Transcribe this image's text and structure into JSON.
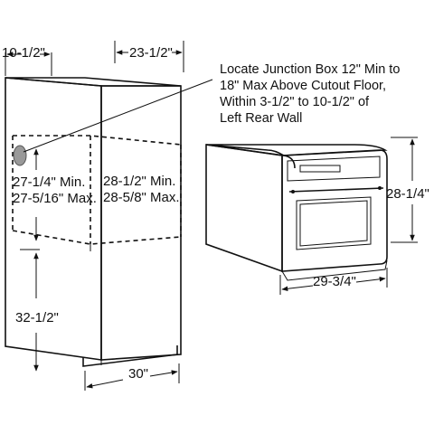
{
  "dimensions": {
    "cabinet_side_depth": "10-1/2\"",
    "cabinet_top_depth": "23-1/2\"",
    "cutout_height": "27-1/4\" Min.",
    "cutout_height_max": "27-5/16\" Max.",
    "cutout_width": "28-1/2\" Min.",
    "cutout_width_max": "28-5/8\" Max.",
    "floor_height": "32-1/2\"",
    "cabinet_width": "30\"",
    "oven_height": "28-1/4\"",
    "oven_width": "29-3/4\""
  },
  "note": {
    "lines": [
      "Locate Junction Box 12\" Min to",
      "18\" Max Above Cutout Floor,",
      "Within 3-1/2\" to 10-1/2\" of",
      "Left Rear Wall"
    ]
  },
  "icons": {
    "junction_box": "junction-box-icon",
    "arrowhead": "arrow-icon"
  }
}
